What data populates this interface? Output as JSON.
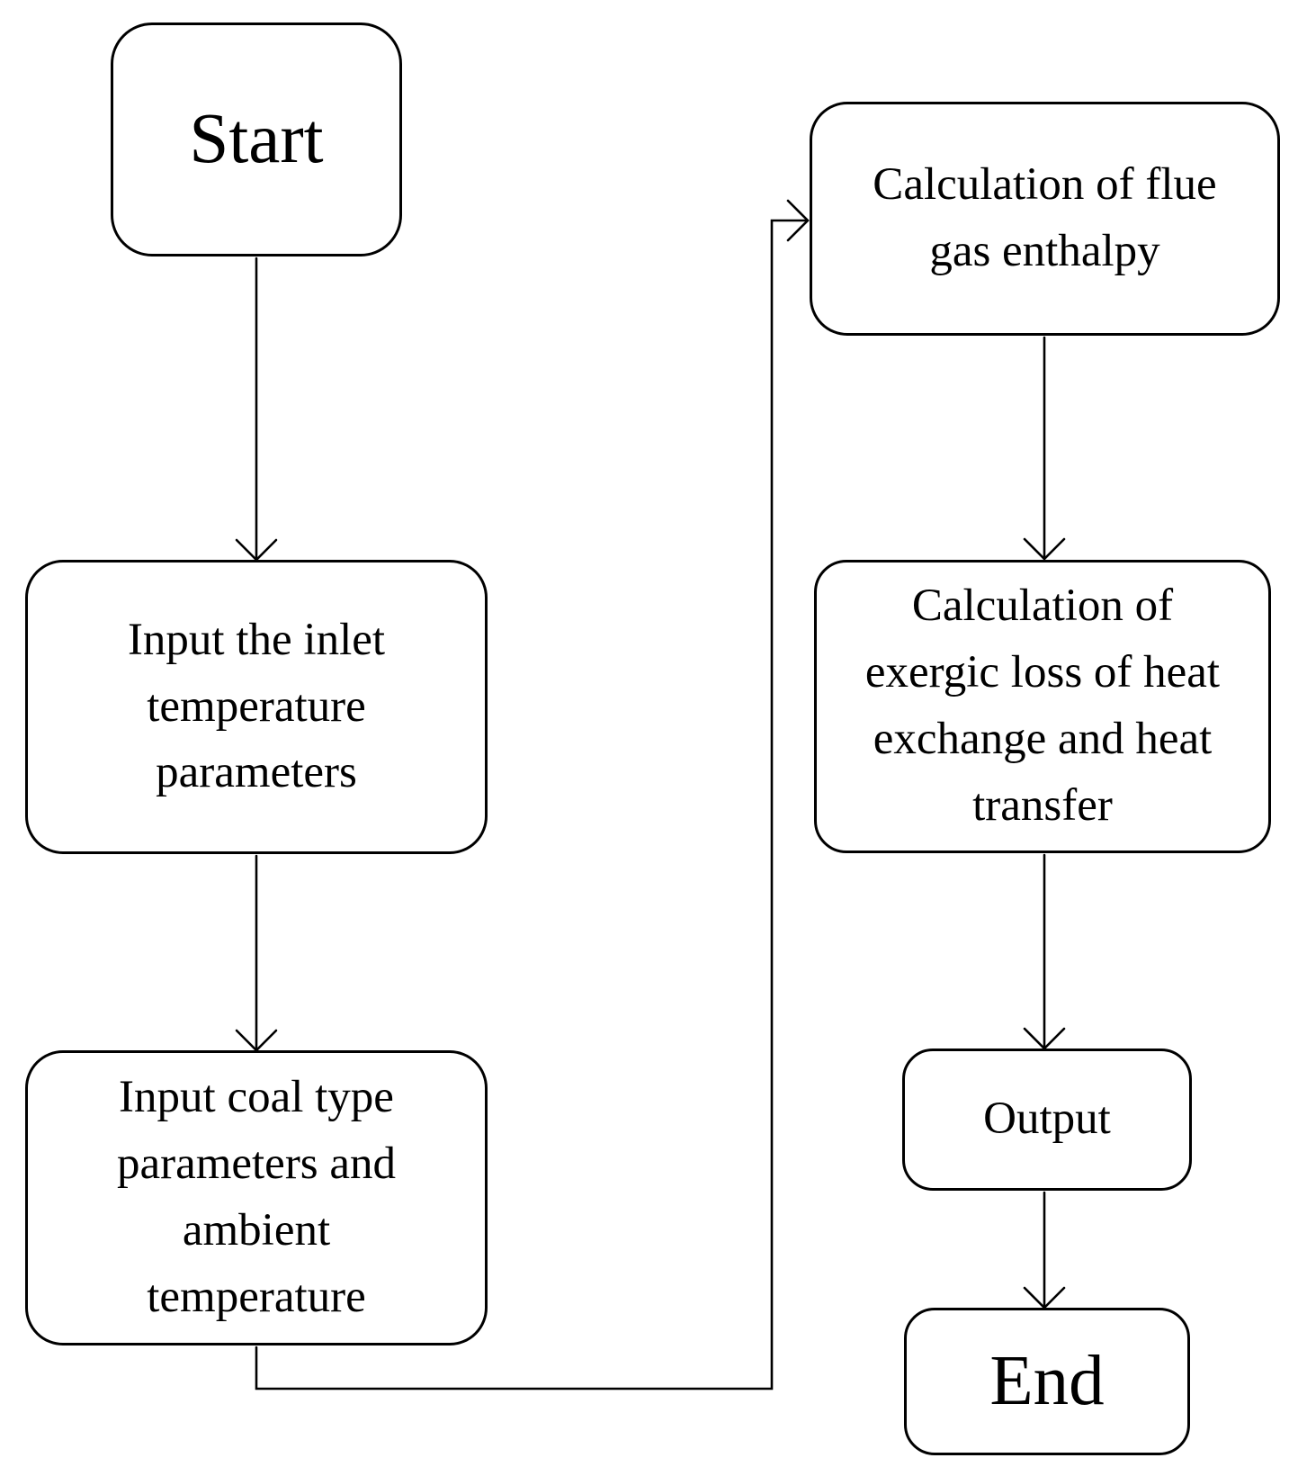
{
  "diagram": {
    "type": "flowchart",
    "background_color": "#ffffff",
    "line_color": "#000000",
    "box_fill_color": "#ffffff",
    "nodes": {
      "start": {
        "label": "Start"
      },
      "input_inlet": {
        "label": "Input the inlet\ntemperature\nparameters"
      },
      "input_coal": {
        "label": "Input coal type\nparameters and\nambient\ntemperature"
      },
      "flue_gas": {
        "label": "Calculation of flue\ngas enthalpy"
      },
      "exergic_loss": {
        "label": "Calculation of\nexergic loss of heat\nexchange and heat\ntransfer"
      },
      "output": {
        "label": "Output"
      },
      "end": {
        "label": "End"
      }
    },
    "edges": [
      {
        "from": "start",
        "to": "input_inlet"
      },
      {
        "from": "input_inlet",
        "to": "input_coal"
      },
      {
        "from": "input_coal",
        "to": "flue_gas"
      },
      {
        "from": "flue_gas",
        "to": "exergic_loss"
      },
      {
        "from": "exergic_loss",
        "to": "output"
      },
      {
        "from": "output",
        "to": "end"
      }
    ]
  }
}
